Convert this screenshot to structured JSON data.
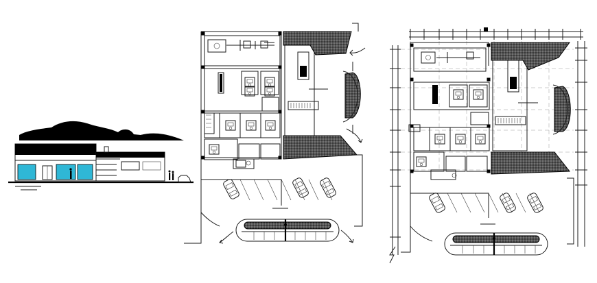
{
  "drawing": {
    "type": "architectural-cad-sheet",
    "views": [
      {
        "name": "front-elevation",
        "description_visible": ""
      },
      {
        "name": "ground-floor-plan",
        "description_visible": ""
      },
      {
        "name": "dimensioned-floor-plan",
        "description_visible": ""
      }
    ],
    "colors": {
      "line": "#1a1a1a",
      "glazing": "#2fb7d6",
      "background": "#ffffff",
      "grid": "#9a9a9a"
    }
  }
}
